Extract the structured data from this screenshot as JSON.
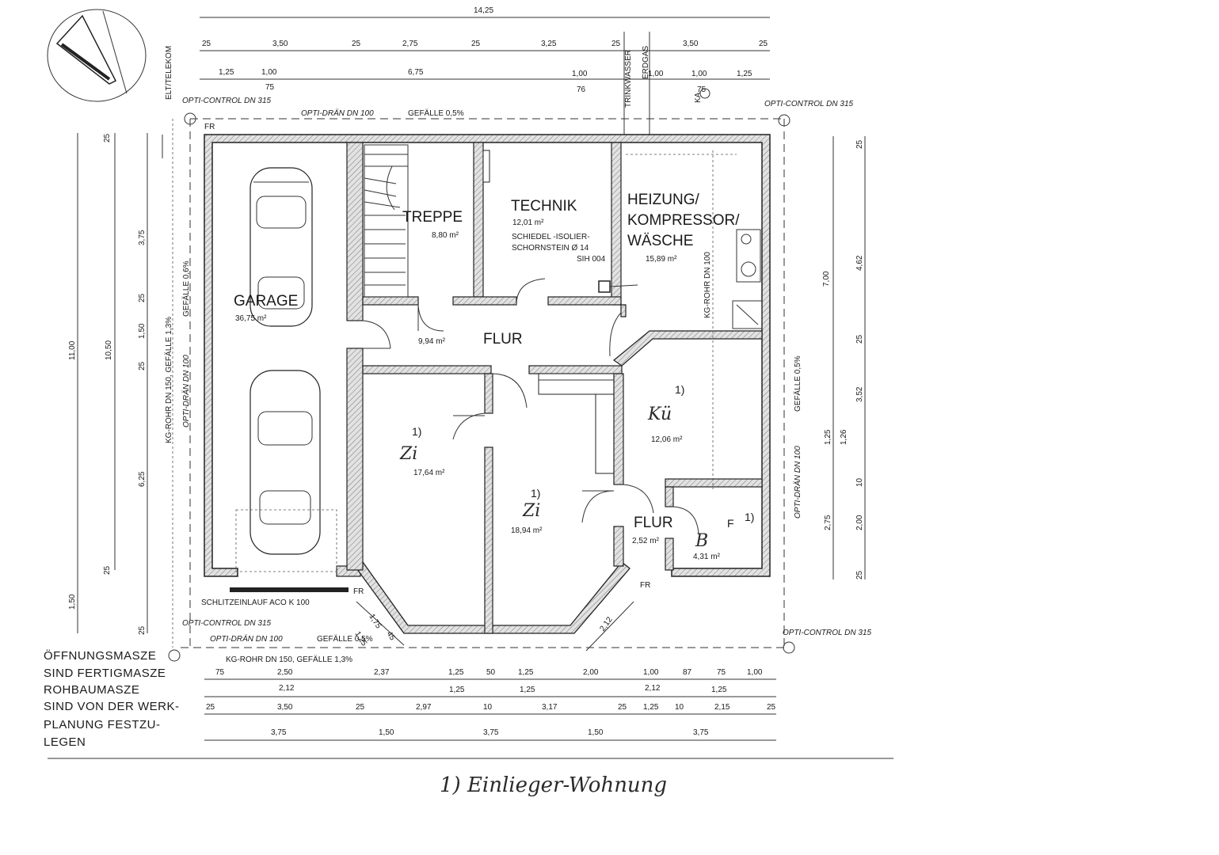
{
  "rooms": {
    "garage": {
      "label": "GARAGE",
      "area": "36,75 m²"
    },
    "treppe": {
      "label": "TREPPE",
      "area": "8,80 m²"
    },
    "technik": {
      "label": "TECHNIK",
      "area": "12,01 m²",
      "note1": "SCHIEDEL -ISOLIER-",
      "note2": "SCHORNSTEIN Ø 14",
      "note3": "SIH 004"
    },
    "heizung": {
      "line1": "HEIZUNG/",
      "line2": "KOMPRESSOR/",
      "line3": "WÄSCHE",
      "area": "15,89 m²"
    },
    "flur_main": {
      "label": "FLUR",
      "area": "9,94 m²"
    },
    "room_a": {
      "mark": "1)",
      "hand": "Zi",
      "area": "17,64 m²"
    },
    "room_b": {
      "mark": "1)",
      "hand": "Zi",
      "area": "18,94 m²"
    },
    "kueche": {
      "mark": "1)",
      "hand": "Kü",
      "area": "12,06 m²"
    },
    "flur_small": {
      "label": "FLUR",
      "area": "2,52 m²"
    },
    "bad": {
      "mark": "1)",
      "hand": "B",
      "area": "4,31 m²",
      "f": "F"
    }
  },
  "pipes": {
    "opti_control_tl": "OPTI-CONTROL DN 315",
    "opti_control_tr": "OPTI-CONTROL DN 315",
    "opti_control_bl": "OPTI-CONTROL DN 315",
    "opti_control_br": "OPTI-CONTROL DN 315",
    "opti_drain_top": "OPTI-DRÄN DN 100",
    "gefaelle_top": "GEFÄLLE 0,5%",
    "opti_drain_bottom": "OPTI-DRÄN DN 100",
    "gefaelle_bottom": "GEFÄLLE 0,5%",
    "kg_rohr_bottom": "KG-ROHR DN 150, GEFÄLLE 1,3%",
    "schlitzeinlauf": "SCHLITZEINLAUF ACO K 100",
    "left_vert_1": "KG-ROHR DN 150, GEFÄLLE 1,3%",
    "left_vert_2": "OPTI-DRÄN DN 100",
    "left_vert_3": "GEFÄLLE 0,6%",
    "right_vert_1": "OPTI-DRÄN DN 100",
    "right_vert_2": "GEFÄLLE 0,5%",
    "kg_rohr_inner": "KG-ROHR DN 100",
    "elt_telekom": "ELT/TELEKOM",
    "trinkwasser": "TRINKWASSER",
    "erdgas": "ERDGAS",
    "fr1": "FR",
    "fr2": "FR",
    "fr3": "FR",
    "ka": "KA"
  },
  "dims_top": {
    "total": "14,25",
    "row1": [
      "25",
      "3,50",
      "25",
      "2,75",
      "25",
      "3,25",
      "25",
      "3,50",
      "25"
    ],
    "row2": [
      "1,25",
      "1,00",
      "75",
      "6,75",
      "1,00",
      "76",
      "1,00",
      "1,00",
      "75",
      "1,25"
    ]
  },
  "dims_left": {
    "total": "11,00",
    "sub": "10,50",
    "parts": [
      "25",
      "3,75",
      "25",
      "1,50",
      "25",
      "6,25",
      "25",
      "25",
      "1,50"
    ]
  },
  "dims_right": {
    "total": "7,00",
    "parts": [
      "25",
      "4,62",
      "25",
      "3,52",
      "1,25",
      "1,26",
      "10",
      "2,75",
      "2,00",
      "25"
    ]
  },
  "dims_bottom": {
    "row1": [
      "75",
      "2,50",
      "2,37",
      "1,25",
      "50",
      "1,25",
      "2,00",
      "1,00",
      "87",
      "75",
      "1,00"
    ],
    "row2": [
      "2,12",
      "1,25",
      "1,25",
      "2,12",
      "1,25"
    ],
    "row3": [
      "25",
      "3,50",
      "25",
      "2,97",
      "10",
      "3,17",
      "25",
      "1,25",
      "10",
      "2,15",
      "25"
    ],
    "row4": [
      "3,75",
      "1,50",
      "3,75",
      "1,50",
      "3,75"
    ]
  },
  "bay_dims": [
    "1,25",
    "1,75",
    "45",
    "2,12"
  ],
  "notes": [
    "ÖFFNUNGSMASZE",
    "SIND FERTIGMASZE",
    "ROHBAUMASZE",
    "SIND VON DER WERK-",
    "PLANUNG FESTZU-",
    "LEGEN"
  ],
  "footnote": "1) Einlieger-Wohnung"
}
